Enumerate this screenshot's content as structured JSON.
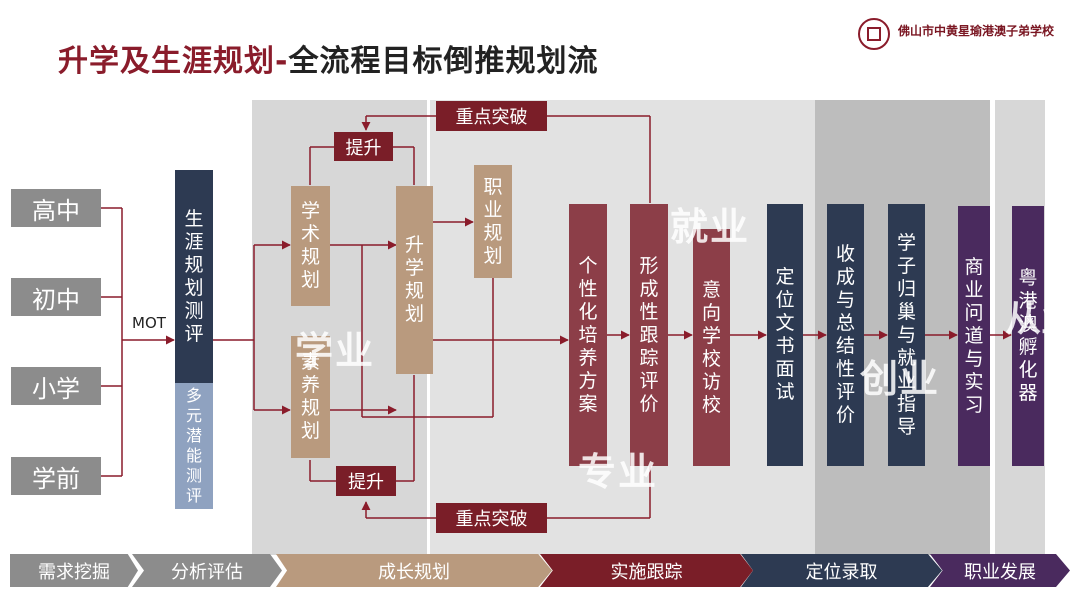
{
  "title": {
    "part1": "升学及生涯规划-",
    "part2": "全流程目标倒推规划流"
  },
  "logo": {
    "text": "佛山市中黄星瑜港澳子弟学校",
    "icon": "school-seal-icon"
  },
  "stages": [
    "高中",
    "初中",
    "小学",
    "学前"
  ],
  "assessment": {
    "top": "生涯规划测评",
    "bottom": "多元潜能测评",
    "label": "MOT"
  },
  "growth": {
    "academic": "学术规划",
    "literacy": "素养规划",
    "promotion": "升学规划",
    "career": "职业规划",
    "boost_top": "提升",
    "boost_bottom": "提升",
    "breakthrough_top": "重点突破",
    "breakthrough_bottom": "重点突破"
  },
  "process": [
    "个性化培养方案",
    "形成性跟踪评价",
    "意向学校访校",
    "定位文书面试",
    "收成与总结性评价",
    "学子归巢与就业指导",
    "商业问道与实习",
    "粤港澳孵化器"
  ],
  "overlays": {
    "study": "学业",
    "employment": "就业",
    "major": "专业",
    "startup": "创业",
    "career": "从业"
  },
  "phases": [
    "需求挖掘",
    "分析评估",
    "成长规划",
    "实施跟踪",
    "定位录取",
    "职业发展"
  ],
  "colors": {
    "gray": "#8c8c8c",
    "navy": "#2d3a52",
    "lightblue": "#8fa2c0",
    "tan": "#b99a7e",
    "darkred": "#7a1e28",
    "rose": "#8c3e48",
    "purple": "#4a2a5e",
    "title_red": "#8a1c2b"
  }
}
